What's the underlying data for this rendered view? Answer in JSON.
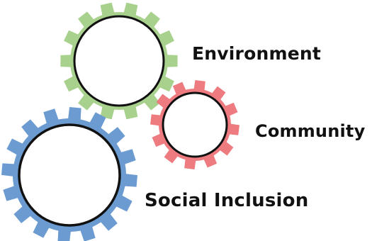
{
  "gears": [
    {
      "id": "environment",
      "label": "Environment",
      "color": "#a8d18d"
    },
    {
      "id": "community",
      "label": "Community",
      "color": "#ee7b7f"
    },
    {
      "id": "social",
      "label": "Social Inclusion",
      "color": "#6b9bd1"
    }
  ],
  "ring_color": "#111111",
  "hub_color": "#ffffff"
}
